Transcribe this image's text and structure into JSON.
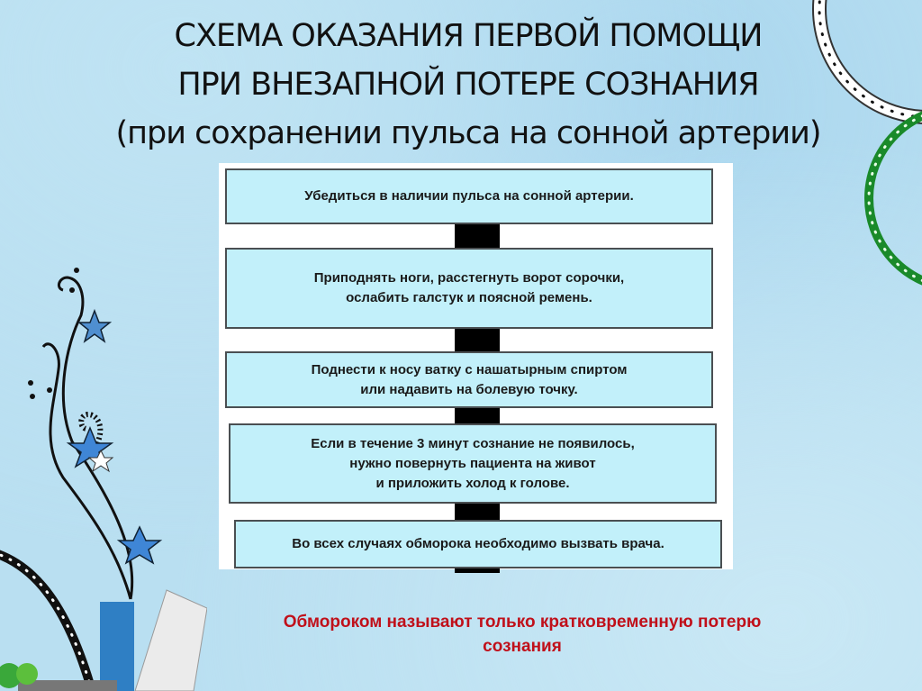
{
  "slide": {
    "title_line1": "СХЕМА ОКАЗАНИЯ ПЕРВОЙ ПОМОЩИ",
    "title_line2": "ПРИ ВНЕЗАПНОЙ ПОТЕРЕ СОЗНАНИЯ",
    "subtitle": "(при сохранении пульса на сонной артерии)"
  },
  "flowchart": {
    "steps": [
      {
        "lines": [
          "Убедиться в наличии пульса на сонной артерии."
        ]
      },
      {
        "lines": [
          "Приподнять ноги, расстегнуть ворот сорочки,",
          "ослабить галстук и поясной ремень."
        ]
      },
      {
        "lines": [
          "Поднести к носу ватку с нашатырным спиртом",
          "или надавить на болевую точку."
        ]
      },
      {
        "lines": [
          "Если в течение 3 минут сознание не появилось,",
          "нужно повернуть пациента на живот",
          "и приложить холод к голове."
        ]
      },
      {
        "lines": [
          "Во всех случаях обморока необходимо вызвать врача."
        ]
      }
    ],
    "box_fill": "#c2f0fa",
    "box_border": "#4a4f52",
    "connector_color": "#000000"
  },
  "note": {
    "line1": "Обмороком называют только кратковременную потерю",
    "line2": "сознания",
    "color": "#c0101a"
  },
  "decorations": {
    "background": "#b9dff1",
    "ring_white": "white-dotted-ring-icon",
    "ring_green": "green-dotted-ring-icon",
    "swirl": "swirl-stars-icon"
  }
}
